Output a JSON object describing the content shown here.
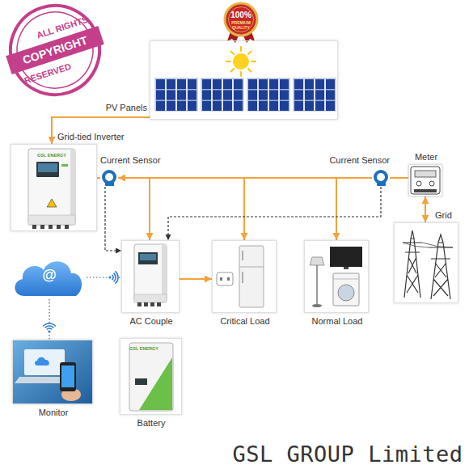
{
  "diagram": {
    "nodes": [
      {
        "text": [
          "PV Panels"
        ]
      },
      {
        "text": [
          "Grid-tied Inverter"
        ]
      },
      {
        "text": [
          "Current Sensor"
        ]
      },
      {
        "text": [
          "Current Sensor"
        ]
      },
      {
        "text": [
          "Meter"
        ]
      },
      {
        "text": [
          "Grid"
        ]
      },
      {
        "text": [
          "@"
        ]
      },
      {
        "text": [
          "AC Couple"
        ]
      },
      {
        "text": [
          "Critical Load"
        ]
      },
      {
        "text": [
          "Normal Load"
        ]
      },
      {
        "text": [
          "Monitor"
        ]
      },
      {
        "text": [
          "Battery"
        ]
      }
    ],
    "edges": [
      {
        "from": 0,
        "to": 1,
        "arrow": "to"
      },
      {
        "from": 1,
        "to": 2,
        "arrow": "none"
      },
      {
        "from": 2,
        "to": 3,
        "arrow": "none"
      },
      {
        "from": 3,
        "to": 4,
        "arrow": "none"
      },
      {
        "from": 4,
        "to": 5,
        "arrow": "both"
      },
      {
        "from": 2,
        "to": 7,
        "arrow": "both"
      },
      {
        "from": 2,
        "to": 8,
        "arrow": "to"
      },
      {
        "from": 3,
        "to": 9,
        "arrow": "to"
      },
      {
        "from": 7,
        "to": 8,
        "arrow": "to"
      },
      {
        "from": 2,
        "to": 7,
        "arrow": "to"
      },
      {
        "from": 3,
        "to": 7,
        "arrow": "to"
      },
      {
        "from": 6,
        "to": 7,
        "arrow": "none"
      },
      {
        "from": 6,
        "to": 10,
        "arrow": "none"
      }
    ],
    "labels": [
      "ALL RIGHTS",
      "COPYRIGHT",
      "RESERVED",
      "100%",
      "PREMIUM QUALITY",
      "GSL ENERGY",
      "GSL ENERGY",
      "GSL GROUP Limited"
    ]
  }
}
